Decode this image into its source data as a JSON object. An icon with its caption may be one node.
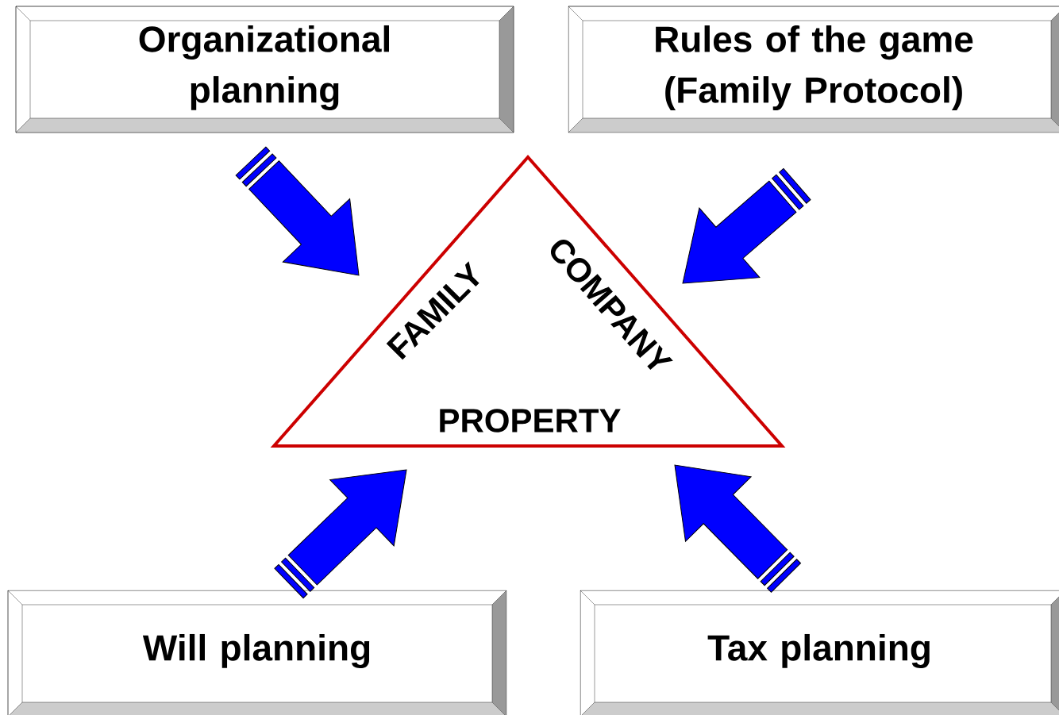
{
  "diagram": {
    "nodes": [
      {
        "text": [
          "Organizational planning"
        ]
      },
      {
        "text": [
          "Rules of the game (Family Protocol)"
        ]
      },
      {
        "text": [
          "FAMILY",
          "COMPANY",
          "PROPERTY"
        ]
      },
      {
        "text": [
          "Will planning"
        ]
      },
      {
        "text": [
          "Tax planning"
        ]
      }
    ],
    "edges": [
      {
        "from": 0,
        "to": 2,
        "arrow": "to"
      },
      {
        "from": 1,
        "to": 2,
        "arrow": "to"
      },
      {
        "from": 3,
        "to": 2,
        "arrow": "to"
      },
      {
        "from": 4,
        "to": 2,
        "arrow": "to"
      }
    ]
  }
}
